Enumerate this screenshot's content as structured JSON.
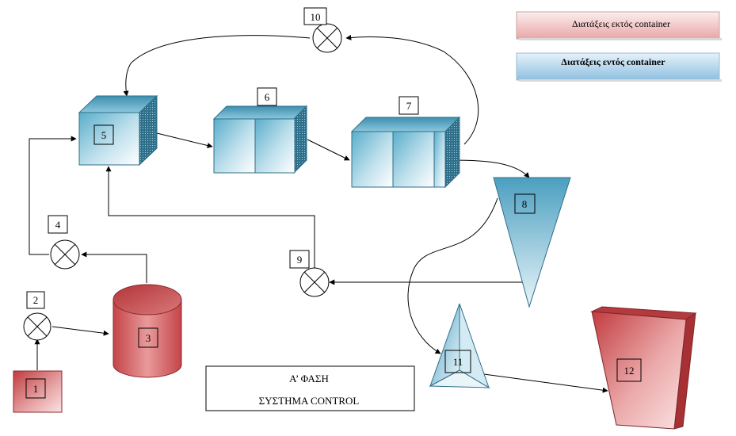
{
  "legend": {
    "outside_label": "Διατάξεις εκτός container",
    "inside_label": "Διατάξεις εντός container",
    "outside_color": "#c9474a",
    "inside_color": "#4fa3c4"
  },
  "phase": {
    "title": "Α’ ΦΑΣΗ",
    "subtitle": "ΣΥΣΤΗΜΑ CONTROL"
  },
  "nodes": {
    "n1": "1",
    "n2": "2",
    "n3": "3",
    "n4": "4",
    "n5": "5",
    "n6": "6",
    "n7": "7",
    "n8": "8",
    "n9": "9",
    "n10": "10",
    "n11": "11",
    "n12": "12"
  }
}
